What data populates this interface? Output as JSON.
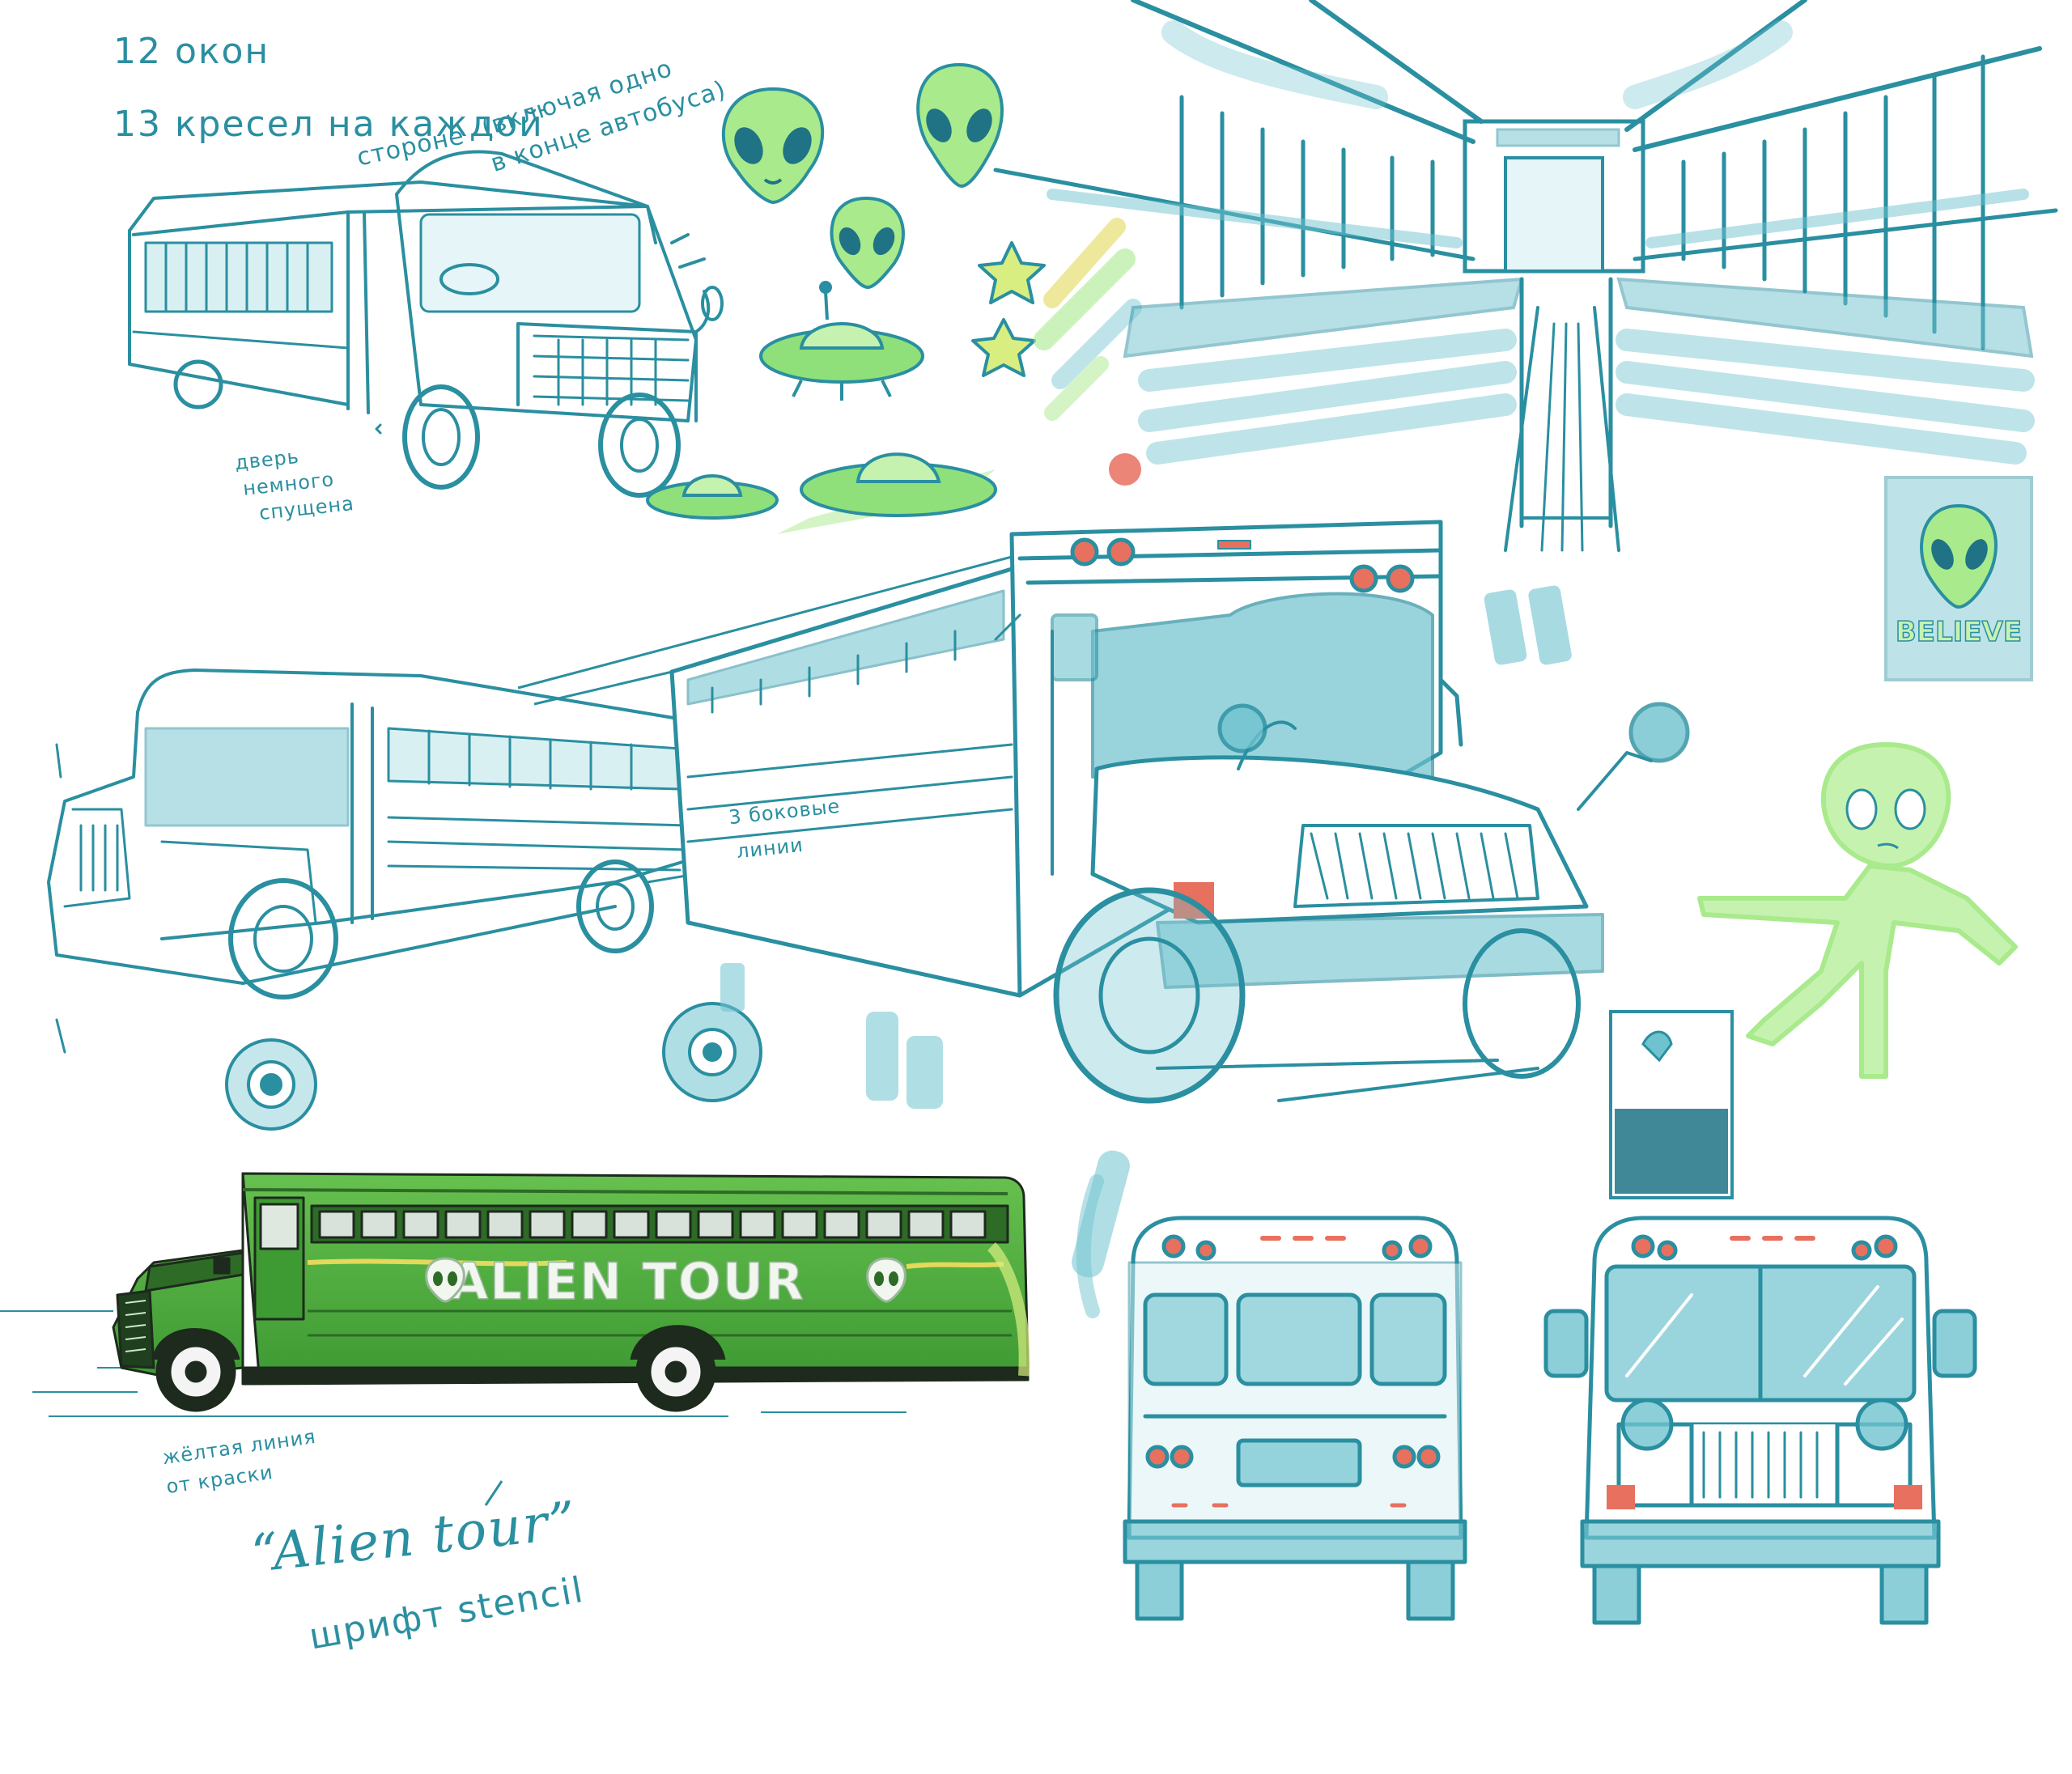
{
  "notes": {
    "windows": "12 окон",
    "seats_line1": "13 кресел на каждой",
    "seats_paren": "(включая одно",
    "seats_side": "стороне",
    "seats_end": "в конце автобуса)",
    "door_line1": "дверь",
    "door_line2": "немного",
    "door_line3": "спущена",
    "side_lines_1": "3 боковые",
    "side_lines_2": "линии",
    "yellow_line_1": "жёлтая линия",
    "yellow_line_2": "от краски",
    "alien_tour_quote": "“Alien tour”",
    "font_note": "шрифт stencil"
  },
  "bus_side_text": "ALIEN TOUR",
  "poster_text": "BELIEVE",
  "colors": {
    "ink": "#2a8fa0",
    "ink_dark": "#1f7385",
    "wash": "#6fc3cf",
    "alien_green": "#a9ea8c",
    "bus_green": "#4cae3c",
    "lamp_red": "#e8705f",
    "yellow_paint": "#e3d95a"
  },
  "icons": [
    "alien-head-icon",
    "ufo-icon",
    "star-icon",
    "wheel-icon",
    "alien-figure-icon"
  ]
}
